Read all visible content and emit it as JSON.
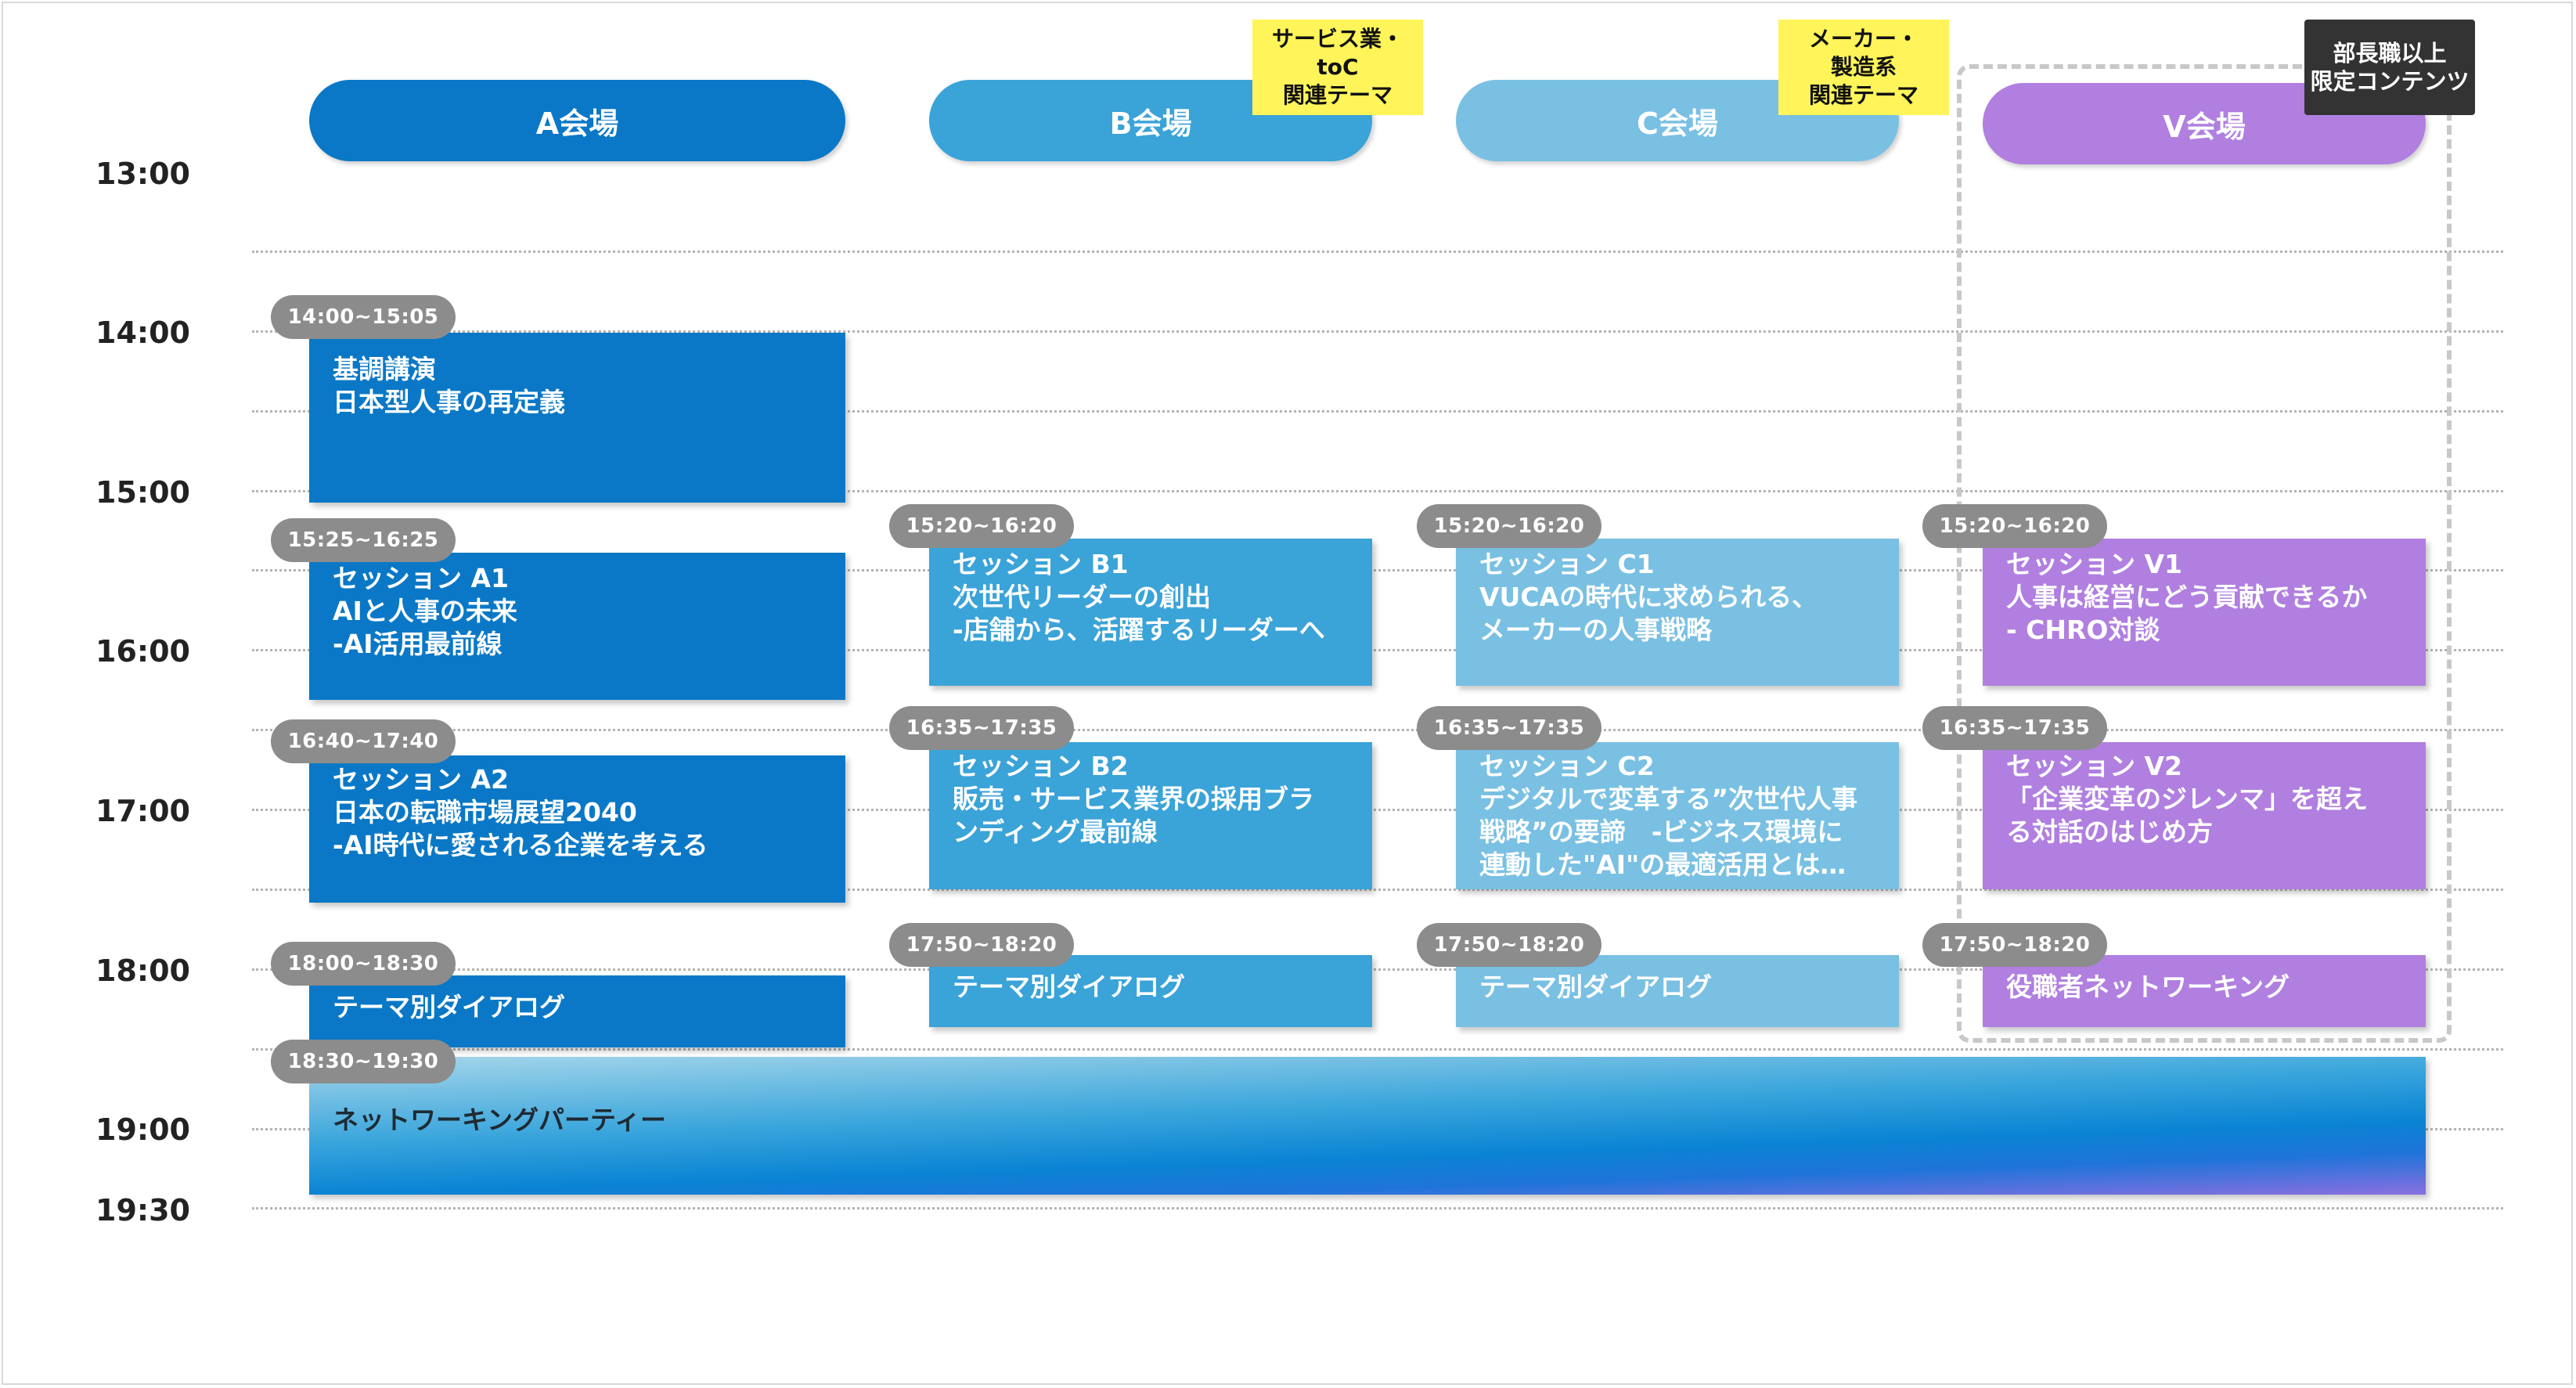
{
  "times": [
    "13:00",
    "14:00",
    "15:00",
    "16:00",
    "17:00",
    "18:00",
    "19:00",
    "19:30"
  ],
  "venues": {
    "a": "A会場",
    "b": "B会場",
    "c": "C会場",
    "v": "V会場"
  },
  "notes": {
    "b": [
      "サービス業・",
      "toC",
      "関連テーマ"
    ],
    "c": [
      "メーカー・",
      "製造系",
      "関連テーマ"
    ],
    "v": [
      "部長職以上",
      "限定コンテンツ"
    ]
  },
  "sessions": {
    "a0": {
      "time": "14:00~15:05",
      "lines": [
        "基調講演",
        "日本型人事の再定義"
      ]
    },
    "a1": {
      "time": "15:25~16:25",
      "lines": [
        "セッション A1",
        "AIと人事の未来",
        "-AI活用最前線"
      ]
    },
    "a2": {
      "time": "16:40~17:40",
      "lines": [
        "セッション A2",
        "日本の転職市場展望2040",
        "-AI時代に愛される企業を考える"
      ]
    },
    "a3": {
      "time": "18:00~18:30",
      "lines": [
        "テーマ別ダイアログ"
      ]
    },
    "b1": {
      "time": "15:20~16:20",
      "lines": [
        "セッション B1",
        "次世代リーダーの創出",
        "-店舗から、活躍するリーダーへ"
      ]
    },
    "b2": {
      "time": "16:35~17:35",
      "lines": [
        "セッション B2",
        "販売・サービス業界の採用ブラ",
        "ンディング最前線"
      ]
    },
    "b3": {
      "time": "17:50~18:20",
      "lines": [
        "テーマ別ダイアログ"
      ]
    },
    "c1": {
      "time": "15:20~16:20",
      "lines": [
        "セッション C1",
        "VUCAの時代に求められる、",
        "メーカーの人事戦略"
      ]
    },
    "c2": {
      "time": "16:35~17:35",
      "lines": [
        "セッション C2",
        "デジタルで変革する”次世代人事",
        "戦略”の要諦　-ビジネス環境に",
        "連動した\"AI\"の最適活用とは…"
      ]
    },
    "c3": {
      "time": "17:50~18:20",
      "lines": [
        "テーマ別ダイアログ"
      ]
    },
    "v1": {
      "time": "15:20~16:20",
      "lines": [
        "セッション V1",
        "人事は経営にどう貢献できるか",
        "- CHRO対談"
      ]
    },
    "v2": {
      "time": "16:35~17:35",
      "lines": [
        "セッション V2",
        "「企業変革のジレンマ」を超え",
        "る対話のはじめ方"
      ]
    },
    "v3": {
      "time": "17:50~18:20",
      "lines": [
        "役職者ネットワーキング"
      ]
    },
    "party": {
      "time": "18:30~19:30",
      "lines": [
        "ネットワーキングパーティー"
      ]
    }
  },
  "colors": {
    "a": "#0a78c6",
    "b": "#3aa3d8",
    "c": "#79c0e3",
    "v": "#b07fe0",
    "note": "#fff55a",
    "pill": "#8c8c8c"
  }
}
